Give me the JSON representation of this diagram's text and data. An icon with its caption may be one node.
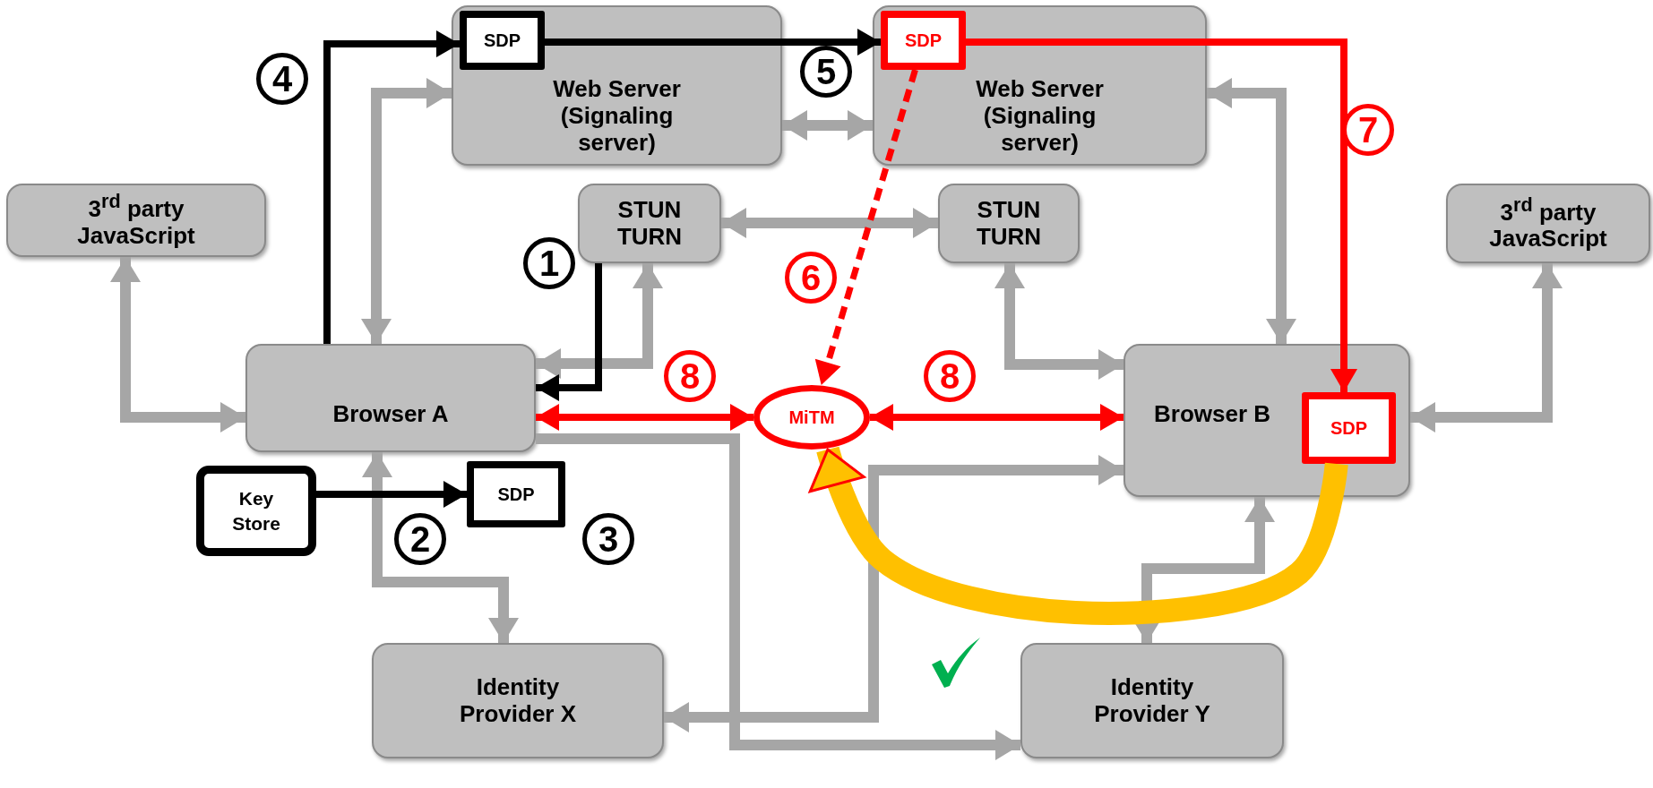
{
  "diagram": {
    "nodes": [
      {
        "text": [
          "Web Server (Signaling server)"
        ]
      },
      {
        "text": [
          "SDP"
        ],
        "in": 0
      },
      {
        "text": [
          "Web Server (Signaling server)"
        ]
      },
      {
        "text": [
          "SDP"
        ],
        "in": 2
      },
      {
        "text": [
          "3$^{rd}$ party JavaScript"
        ]
      },
      {
        "text": [
          "STUN TURN"
        ]
      },
      {
        "text": [
          "STUN TURN"
        ]
      },
      {
        "text": [
          "3$^{rd}$ party JavaScript"
        ]
      },
      {
        "text": [
          "Browser A"
        ]
      },
      {
        "text": [
          "MiTM"
        ]
      },
      {
        "text": [
          "Browser B"
        ]
      },
      {
        "text": [
          "SDP"
        ],
        "in": 10
      },
      {
        "text": [
          "Key Store"
        ]
      },
      {
        "text": [
          "SDP"
        ]
      },
      {
        "text": [
          "Identity Provider X"
        ]
      },
      {
        "text": [
          "Identity Provider Y"
        ]
      }
    ],
    "edges": [
      {
        "from": 4,
        "to": 8,
        "arrow": "both"
      },
      {
        "from": 8,
        "to": 0,
        "arrow": "both"
      },
      {
        "from": 8,
        "to": 5,
        "arrow": "both"
      },
      {
        "from": 5,
        "to": 6,
        "arrow": "both"
      },
      {
        "from": 6,
        "to": 10,
        "arrow": "both"
      },
      {
        "from": 2,
        "to": 10,
        "arrow": "both"
      },
      {
        "from": 7,
        "to": 10,
        "arrow": "both"
      },
      {
        "from": 0,
        "to": 2,
        "arrow": "both"
      },
      {
        "from": 8,
        "to": 14,
        "arrow": "both"
      },
      {
        "from": 8,
        "to": 15,
        "arrow": "to"
      },
      {
        "from": 10,
        "to": 14,
        "arrow": "both"
      },
      {
        "from": 10,
        "to": 15,
        "arrow": "both"
      },
      {
        "from": 5,
        "to": 8,
        "arrow": "to",
        "color": "#000000"
      },
      {
        "from": 12,
        "to": 13,
        "arrow": "to",
        "color": "#000000"
      },
      {
        "from": 8,
        "to": 1,
        "arrow": "to",
        "color": "#000000"
      },
      {
        "from": 1,
        "to": 3,
        "arrow": "to",
        "color": "#000000"
      },
      {
        "from": 3,
        "to": 11,
        "arrow": "to",
        "color": "#ff0000"
      },
      {
        "from": 3,
        "to": 9,
        "arrow": "to",
        "style": "dashed",
        "color": "#ff0000"
      },
      {
        "from": 8,
        "to": 9,
        "arrow": "both",
        "color": "#ff0000"
      },
      {
        "from": 9,
        "to": 10,
        "arrow": "both",
        "color": "#ff0000"
      },
      {
        "from": 11,
        "to": 9,
        "arrow": "to",
        "style": "thick",
        "color": "#ffc000"
      }
    ],
    "labels": [
      "4",
      "5",
      "7",
      "1",
      "6",
      "8",
      "8",
      "2",
      "3"
    ]
  }
}
